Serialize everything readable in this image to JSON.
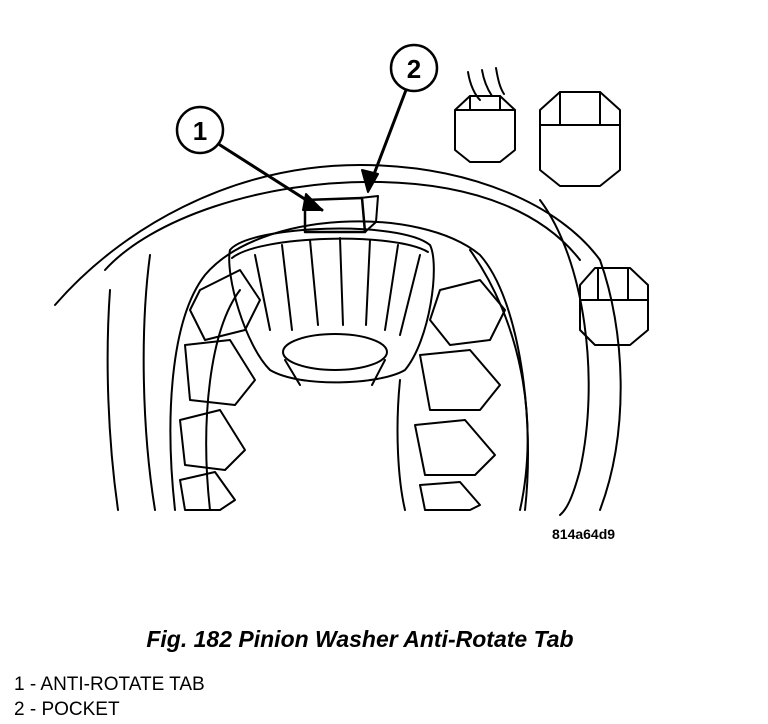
{
  "figure": {
    "callouts": [
      {
        "label": "1"
      },
      {
        "label": "2"
      }
    ],
    "image_code": "814a64d9"
  },
  "caption": "Fig. 182 Pinion Washer Anti-Rotate Tab",
  "legend": [
    {
      "text": "1 - ANTI-ROTATE TAB"
    },
    {
      "text": "2 - POCKET"
    }
  ]
}
